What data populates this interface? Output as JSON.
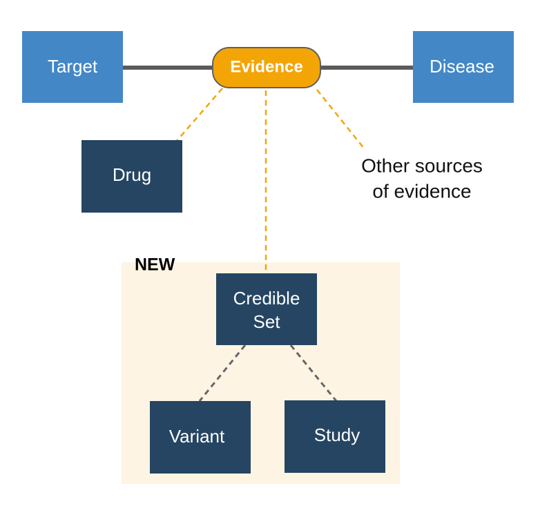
{
  "diagram": {
    "nodes": {
      "target": "Target",
      "evidence": "Evidence",
      "disease": "Disease",
      "drug": "Drug",
      "other_sources_line1": "Other sources",
      "other_sources_line2": "of evidence",
      "credible_set_line1": "Credible",
      "credible_set_line2": "Set",
      "variant": "Variant",
      "study": "Study"
    },
    "new_label": "NEW",
    "colors": {
      "primary_box": "#4387c7",
      "secondary_box": "#254562",
      "evidence_pill": "#f4a506",
      "new_panel": "#fdf4e3",
      "connector_solid": "#5b5b5b",
      "connector_orange": "#f4a506",
      "connector_gray": "#666666"
    }
  }
}
